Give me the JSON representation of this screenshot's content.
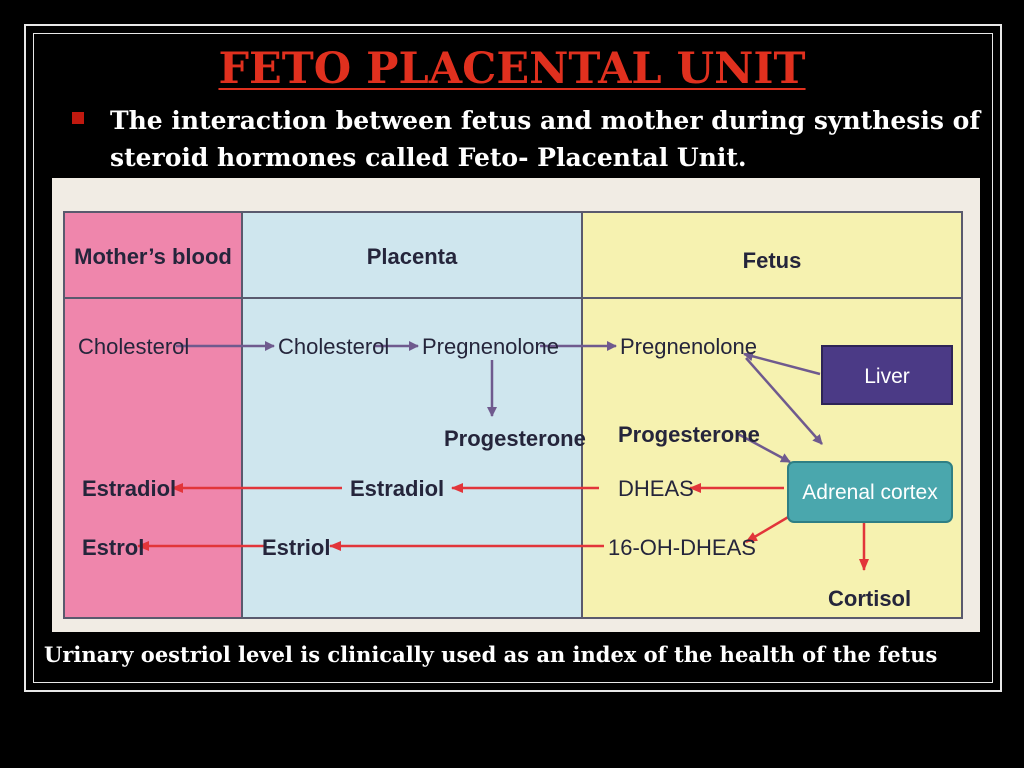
{
  "slide": {
    "title": "FETO PLACENTAL UNIT",
    "bullet": "The interaction between fetus and mother during synthesis of steroid hormones called Feto- Placental Unit.",
    "footer": "Urinary oestriol level is clinically used as an index of the health of the fetus"
  },
  "diagram": {
    "columns": {
      "mother": "Mother’s blood",
      "placenta": "Placenta",
      "fetus": "Fetus"
    },
    "mother": {
      "cholesterol": "Cholesterol",
      "estradiol": "Estradiol",
      "estrol": "Estrol"
    },
    "placenta": {
      "cholesterol": "Cholesterol",
      "pregnenolone": "Pregnenolone",
      "progesterone": "Progesterone",
      "estradiol": "Estradiol",
      "estriol": "Estriol"
    },
    "fetus": {
      "pregnenolone": "Pregnenolone",
      "progesterone": "Progesterone",
      "dheas": "DHEAS",
      "oh_dheas": "16-OH-DHEAS",
      "liver": "Liver",
      "adrenal": "Adrenal cortex",
      "cortisol": "Cortisol"
    },
    "colors": {
      "mother_bg": "#ef86ac",
      "placenta_bg": "#cfe6ee",
      "fetus_bg": "#f6f2b0",
      "liver_box": "#4b3a86",
      "adrenal_box": "#4aa7ad",
      "arrow_purple": "#6f5a8e",
      "arrow_red": "#e2353a"
    }
  }
}
